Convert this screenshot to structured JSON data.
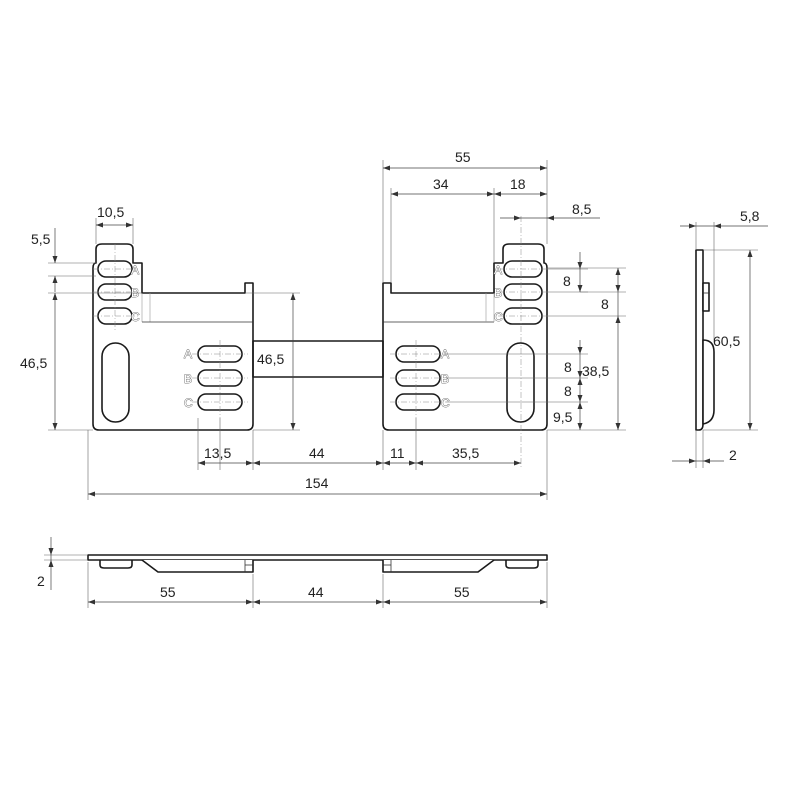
{
  "slot_labels": {
    "a": "A",
    "b": "B",
    "c": "C"
  },
  "dims": {
    "w_10_5": "10,5",
    "w_5_5": "5,5",
    "h_46_5_left": "46,5",
    "h_46_5_mid": "46,5",
    "w_13_5": "13,5",
    "w_44_top": "44",
    "w_11": "11",
    "w_35_5": "35,5",
    "w_154": "154",
    "w_55_top": "55",
    "w_34": "34",
    "w_18": "18",
    "w_8_5": "8,5",
    "h_8_a": "8",
    "h_8_b": "8",
    "h_8_c": "8",
    "h_8_d": "8",
    "h_38_5": "38,5",
    "h_9_5": "9,5",
    "w_5_8": "5,8",
    "h_60_5": "60,5",
    "w_2_side": "2",
    "h_2_bottom": "2",
    "w_55_left": "55",
    "w_44_bottom": "44",
    "w_55_right": "55"
  }
}
